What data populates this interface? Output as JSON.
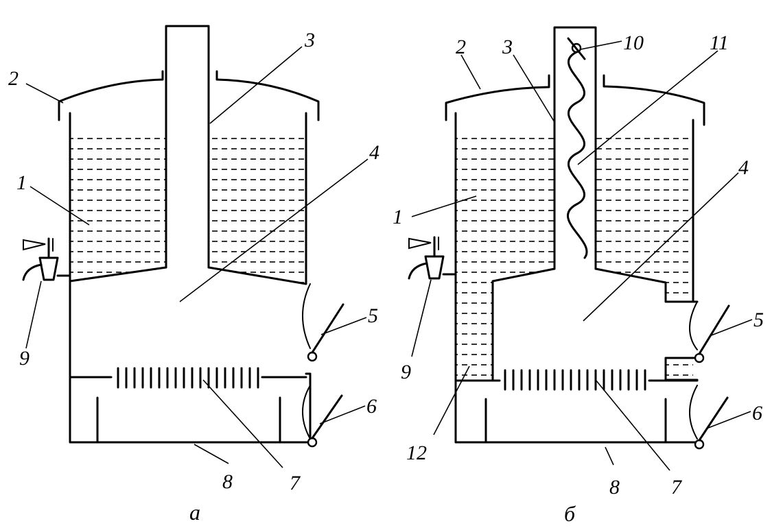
{
  "diagram": {
    "panel_a": {
      "caption": "а",
      "labels": {
        "n1": "1",
        "n2": "2",
        "n3": "3",
        "n4": "4",
        "n5": "5",
        "n6": "6",
        "n7": "7",
        "n8": "8",
        "n9": "9"
      }
    },
    "panel_b": {
      "caption": "б",
      "labels": {
        "n1": "1",
        "n2": "2",
        "n3": "3",
        "n4": "4",
        "n5": "5",
        "n6": "6",
        "n7": "7",
        "n8": "8",
        "n9": "9",
        "n10": "10",
        "n11": "11",
        "n12": "12"
      }
    }
  }
}
